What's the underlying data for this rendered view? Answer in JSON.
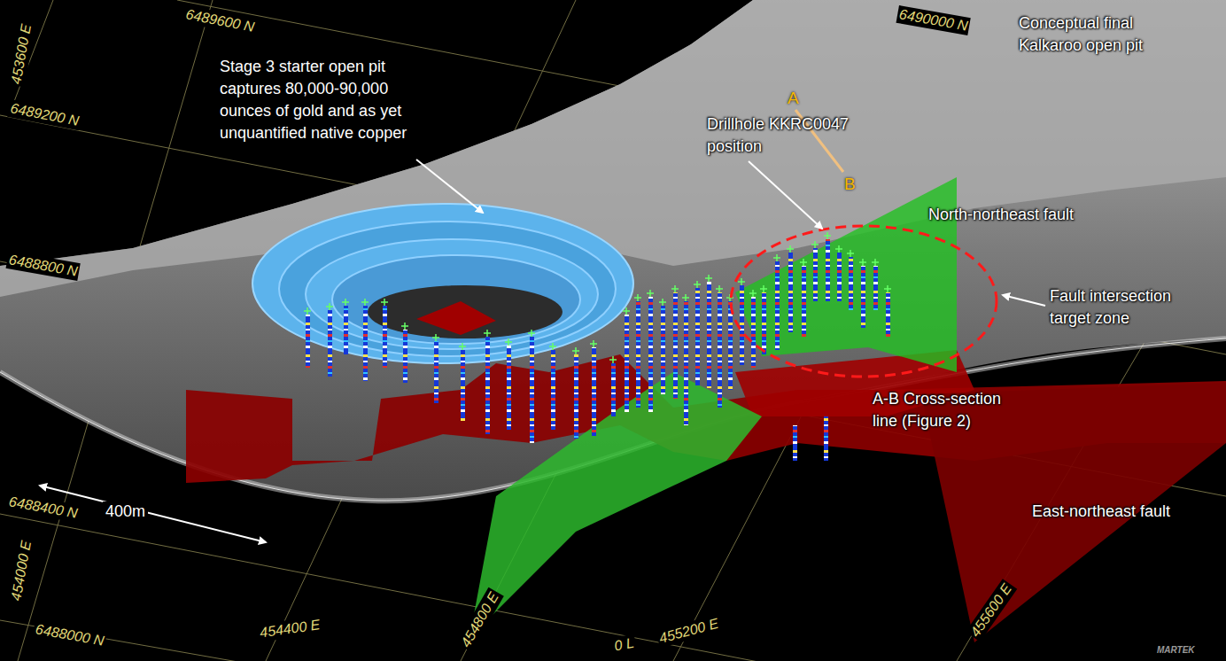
{
  "diagram": {
    "labels": [
      "6489600 N",
      "6490000 N",
      "453600 E",
      "6489200 N",
      "6488800 N",
      "6488400 N",
      "454000 E",
      "6488000 N",
      "400m",
      "454400 E",
      "454800 E",
      "0 L",
      "455200 E",
      "455600 E",
      "Stage 3 starter open pit captures 80,000-90,000 ounces of gold and as yet unquantified native copper",
      "Drillhole KKRC0047 position",
      "Conceptual final Kalkaroo open pit",
      "North-northeast fault",
      "Fault intersection target zone",
      "A",
      "B",
      "A-B Cross-section line (Figure 2)",
      "East-northeast fault",
      "MARTEK"
    ]
  }
}
